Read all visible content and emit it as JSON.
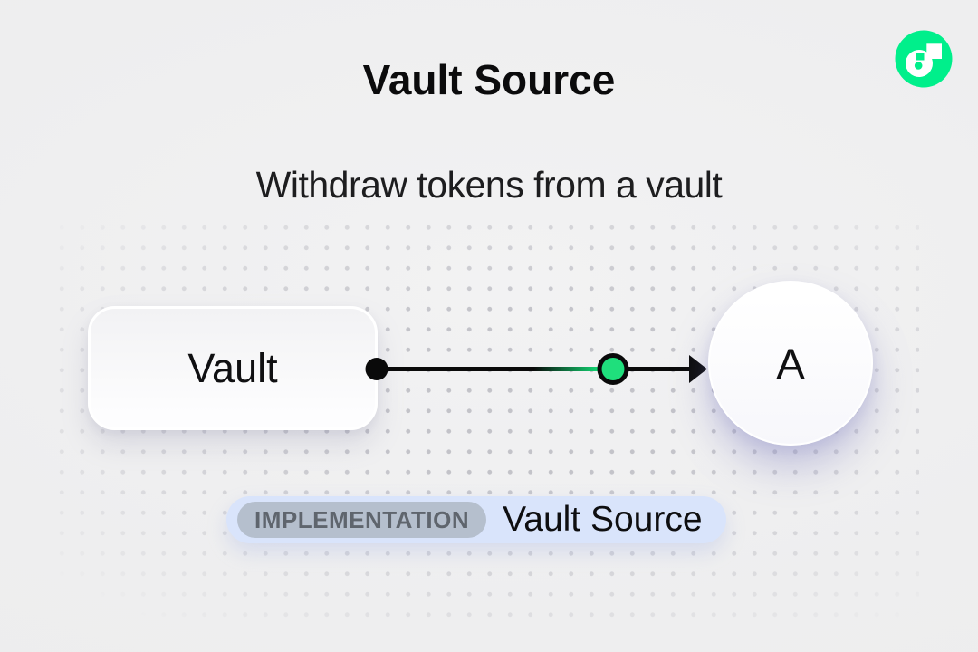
{
  "header": {
    "title": "Vault Source",
    "subtitle": "Withdraw tokens from a vault"
  },
  "logo": {
    "name": "flow-logo",
    "color": "#00ef8b"
  },
  "diagram": {
    "source_node": {
      "label": "Vault"
    },
    "target_node": {
      "label": "A"
    },
    "connector": {
      "line_color": "#0a0a0a",
      "node_color": "#1fdf7c",
      "trail_color": "#12d170"
    }
  },
  "badge": {
    "tag": "IMPLEMENTATION",
    "label": "Vault Source",
    "bg": "#d9e4fb",
    "tag_bg": "#b5bfcd"
  }
}
